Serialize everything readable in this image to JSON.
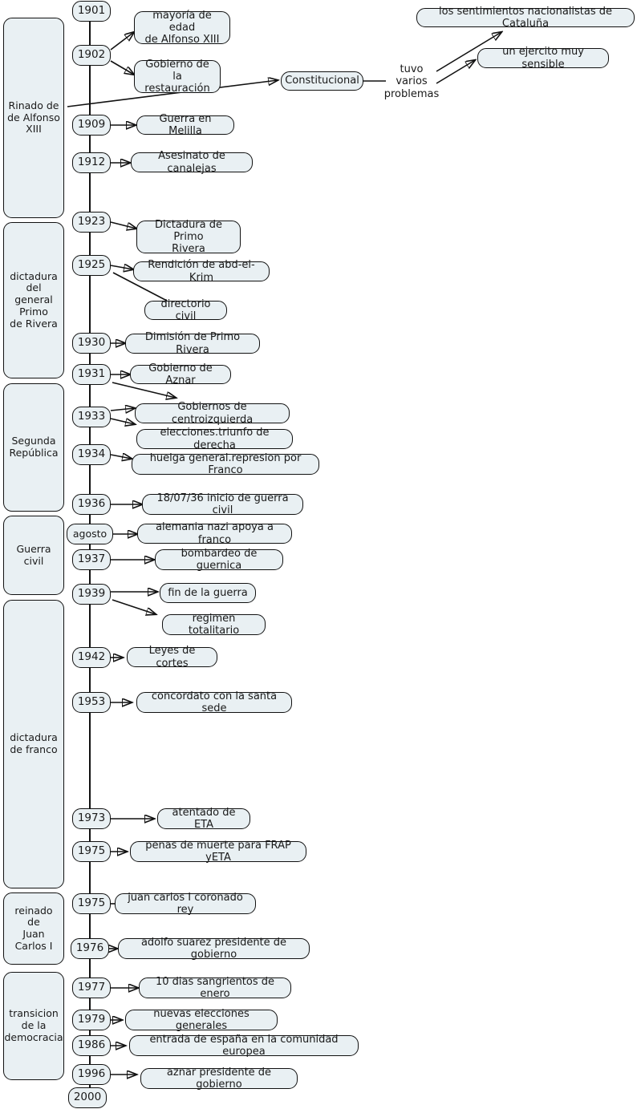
{
  "diagram": {
    "title": "Linea del tiempo - Historia de Espana 1901-2000",
    "colors": {
      "node_fill": "#e9f0f3",
      "node_stroke": "#111111",
      "axis_stroke": "#555555",
      "text": "#1a1a1a",
      "background": "#ffffff"
    }
  },
  "eras": [
    {
      "id": "era-alfonso-xiii",
      "label": "Rinado de\nde Alfonso\nXIII"
    },
    {
      "id": "era-primo-de-rivera",
      "label": "dictadura\ndel\ngeneral\nPrimo\nde Rivera"
    },
    {
      "id": "era-segunda-republica",
      "label": "Segunda\nRepública"
    },
    {
      "id": "era-guerra-civil",
      "label": "Guerra\ncivil"
    },
    {
      "id": "era-dictadura-franco",
      "label": "dictadura\nde franco"
    },
    {
      "id": "era-juan-carlos",
      "label": "reinado\nde\nJuan\nCarlos I"
    },
    {
      "id": "era-transicion",
      "label": "transicion\nde la\ndemocracia"
    }
  ],
  "years": [
    {
      "id": "year-1901",
      "label": "1901"
    },
    {
      "id": "year-1902",
      "label": "1902"
    },
    {
      "id": "year-1909",
      "label": "1909"
    },
    {
      "id": "year-1912",
      "label": "1912"
    },
    {
      "id": "year-1923",
      "label": "1923"
    },
    {
      "id": "year-1925",
      "label": "1925"
    },
    {
      "id": "year-1930",
      "label": "1930"
    },
    {
      "id": "year-1931",
      "label": "1931"
    },
    {
      "id": "year-1933",
      "label": "1933"
    },
    {
      "id": "year-1934",
      "label": "1934"
    },
    {
      "id": "year-1936",
      "label": "1936"
    },
    {
      "id": "year-agosto",
      "label": "agosto"
    },
    {
      "id": "year-1937",
      "label": "1937"
    },
    {
      "id": "year-1939",
      "label": "1939"
    },
    {
      "id": "year-1942",
      "label": "1942"
    },
    {
      "id": "year-1953",
      "label": "1953"
    },
    {
      "id": "year-1973",
      "label": "1973"
    },
    {
      "id": "year-1975-franco",
      "label": "1975"
    },
    {
      "id": "year-1975-juancarlos",
      "label": "1975"
    },
    {
      "id": "year-1976",
      "label": "1976"
    },
    {
      "id": "year-1977",
      "label": "1977"
    },
    {
      "id": "year-1979",
      "label": "1979"
    },
    {
      "id": "year-1986",
      "label": "1986"
    },
    {
      "id": "year-1996",
      "label": "1996"
    },
    {
      "id": "year-2000",
      "label": "2000"
    }
  ],
  "events": [
    {
      "id": "event-mayoria-edad",
      "label": "mayoría de edad\nde Alfonso XIII"
    },
    {
      "id": "event-gobierno-restauracion",
      "label": "Gobierno de la\nrestauración"
    },
    {
      "id": "event-constitucional",
      "label": "Constitucional"
    },
    {
      "id": "event-tuvo-varios-problemas",
      "label": "tuvo\nvarios\nproblemas"
    },
    {
      "id": "event-sentimientos-nacionalistas",
      "label": "los sentimientos nacionalistas de Cataluña"
    },
    {
      "id": "event-ejercito-sensible",
      "label": "un ejercito muy sensible"
    },
    {
      "id": "event-guerra-melilla",
      "label": "Guerra en Melilla"
    },
    {
      "id": "event-asesinato-canalejas",
      "label": "Asesinato de canalejas"
    },
    {
      "id": "event-dictadura-primo-rivera",
      "label": "Dictadura de Primo\nRivera"
    },
    {
      "id": "event-rendicion-abdelkrim",
      "label": "Rendición de abd-el-Krim"
    },
    {
      "id": "event-directorio-civil",
      "label": "directorio civil"
    },
    {
      "id": "event-dimision-primo-rivera",
      "label": "Dimisión de Primo Rivera"
    },
    {
      "id": "event-gobierno-aznar",
      "label": "Gobierno de Aznar"
    },
    {
      "id": "event-gobiernos-centroizquierda",
      "label": "Gobiernos de centroizquierda"
    },
    {
      "id": "event-elecciones-derecha",
      "label": "elecciones.triunfo de derecha"
    },
    {
      "id": "event-huelga-general",
      "label": "huelga general.represion por Franco"
    },
    {
      "id": "event-inicio-guerra-civil",
      "label": "18/07/36 inicio de guerra civil"
    },
    {
      "id": "event-alemania-nazi",
      "label": "alemania nazi apoya a franco"
    },
    {
      "id": "event-bombardeo-guernica",
      "label": "bombardeo de guernica"
    },
    {
      "id": "event-fin-guerra",
      "label": "fin de la guerra"
    },
    {
      "id": "event-regimen-totalitario",
      "label": "regimen totalitario"
    },
    {
      "id": "event-leyes-cortes",
      "label": "Leyes de cortes"
    },
    {
      "id": "event-concordato-santa-sede",
      "label": "concordato con la santa sede"
    },
    {
      "id": "event-atentado-eta",
      "label": "atentado de ETA"
    },
    {
      "id": "event-penas-muerte",
      "label": "penas de muerte para FRAP yETA"
    },
    {
      "id": "event-juan-carlos-rey",
      "label": "juan carlos I coronado rey"
    },
    {
      "id": "event-adolfo-suarez",
      "label": "adolfo suarez presidente de gobierno"
    },
    {
      "id": "event-dias-sangrientos",
      "label": "10 dias sangrientos de enero"
    },
    {
      "id": "event-nuevas-elecciones",
      "label": "nuevas elecciones generales"
    },
    {
      "id": "event-entrada-europea",
      "label": "entrada de españa en la comunidad europea"
    },
    {
      "id": "event-aznar-presidente",
      "label": "aznar presidente de gobierno"
    }
  ]
}
